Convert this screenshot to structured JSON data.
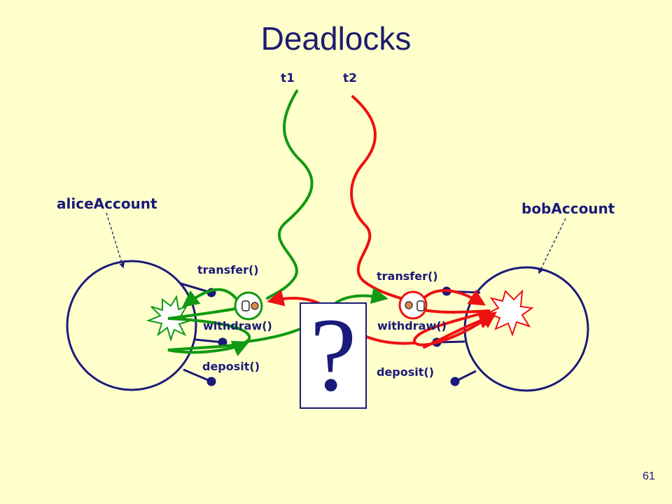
{
  "slide": {
    "title": "Deadlocks",
    "page_number": "61"
  },
  "objects": {
    "alice": "aliceAccount",
    "bob": "bobAccount"
  },
  "threads": {
    "t1": "t1",
    "t2": "t2"
  },
  "methods": {
    "alice": [
      "transfer()",
      "withdraw()",
      "deposit()"
    ],
    "bob": [
      "transfer()",
      "withdraw()",
      "deposit()"
    ]
  },
  "question_mark": "?",
  "colors": {
    "background": "#ffffcc",
    "ink": "#1a1a7a",
    "thread1": "#119911",
    "thread2": "#ee1111"
  }
}
